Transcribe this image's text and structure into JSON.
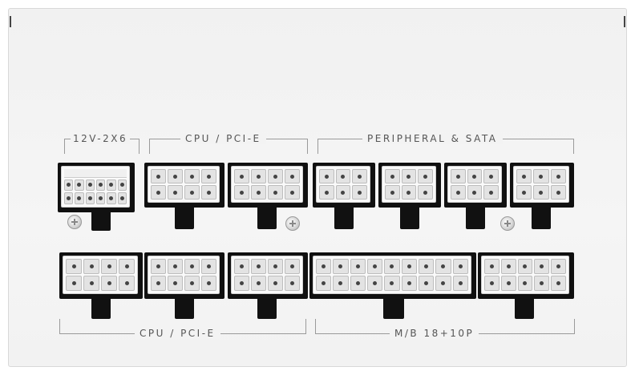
{
  "labels": {
    "top_12v": "12V-2X6",
    "top_cpu_pcie": "CPU / PCI-E",
    "top_peripheral_sata": "PERIPHERAL & SATA",
    "bottom_cpu_pcie": "CPU / PCI-E",
    "bottom_mb": "M/B 18+10P"
  },
  "colors": {
    "panel": "#f2f2f2",
    "connector": "#101010",
    "housing": "#fafafa",
    "label_text": "#555555"
  }
}
